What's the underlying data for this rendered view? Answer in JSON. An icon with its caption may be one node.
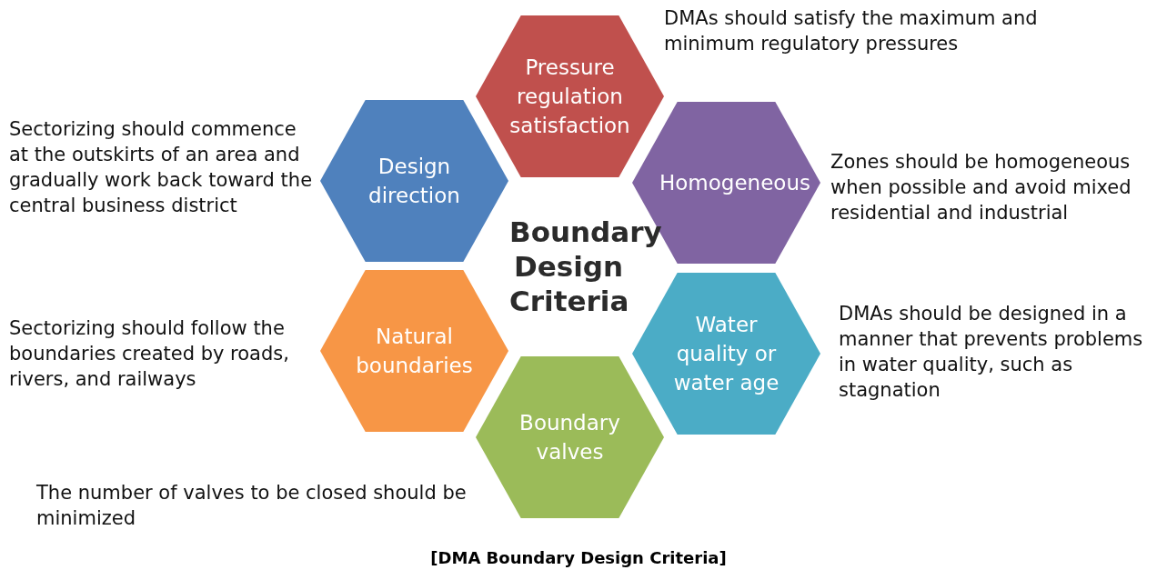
{
  "diagram": {
    "caption": "[DMA Boundary Design Criteria]",
    "nodes": [
      {
        "text": [
          "Pressure regulation satisfaction"
        ],
        "beside": [
          "DMAs should satisfy the maximum and minimum regulatory pressures"
        ]
      },
      {
        "text": [
          "Homogeneous"
        ],
        "beside": [
          "Zones should be homogeneous when possible and avoid mixed residential and industrial"
        ]
      },
      {
        "text": [
          "Water quality or water age"
        ],
        "beside": [
          "DMAs should be designed in a manner that prevents problems in water quality, such as stagnation"
        ]
      },
      {
        "text": [
          "Boundary valves"
        ],
        "beside": [
          "The number of valves to be closed should be minimized"
        ]
      },
      {
        "text": [
          "Natural boundaries"
        ],
        "beside": [
          "Sectorizing should follow the boundaries created by roads, rivers, and railways"
        ]
      },
      {
        "text": [
          "Design direction"
        ],
        "beside": [
          "Sectorizing should commence at the outskirts of an area and gradually work back toward the central business district"
        ]
      }
    ],
    "edges": [],
    "labels": [
      "Boundary Design Criteria"
    ]
  }
}
